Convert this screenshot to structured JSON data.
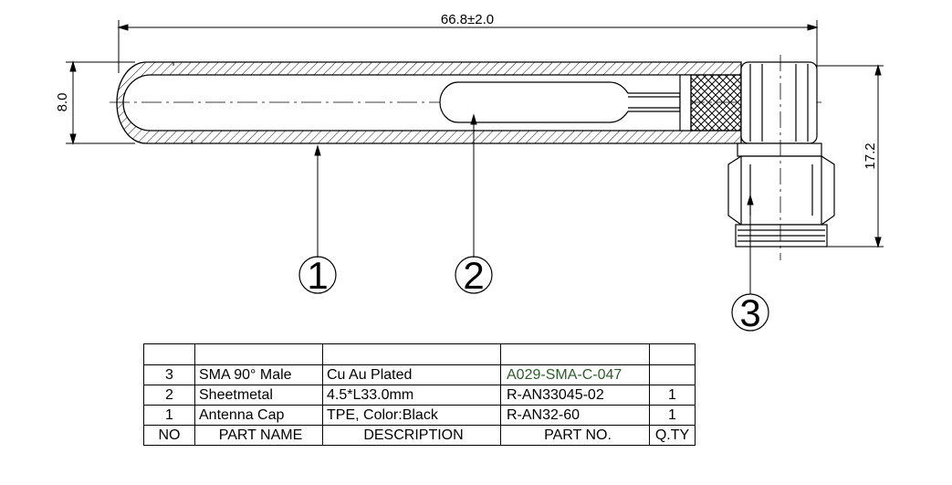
{
  "dimensions": {
    "overall_length": "66.8±2.0",
    "diameter": "8.0",
    "connector_height": "17.2"
  },
  "callouts": [
    "1",
    "2",
    "3"
  ],
  "bom": {
    "headers": {
      "no": "NO",
      "part_name": "PART NAME",
      "description": "DESCRIPTION",
      "part_no": "PART NO.",
      "qty": "Q.TY"
    },
    "rows": [
      {
        "no": "3",
        "part_name": "SMA 90° Male",
        "description": "Cu Au Plated",
        "part_no": "A029-SMA-C-047",
        "qty": ""
      },
      {
        "no": "2",
        "part_name": "Sheetmetal",
        "description": "4.5*L33.0mm",
        "part_no": "R-AN33045-02",
        "qty": "1"
      },
      {
        "no": "1",
        "part_name": "Antenna Cap",
        "description": "TPE, Color:Black",
        "part_no": "R-AN32-60",
        "qty": "1"
      }
    ]
  },
  "colors": {
    "line": "#000000",
    "part_no_green": "#2e5b2e"
  }
}
